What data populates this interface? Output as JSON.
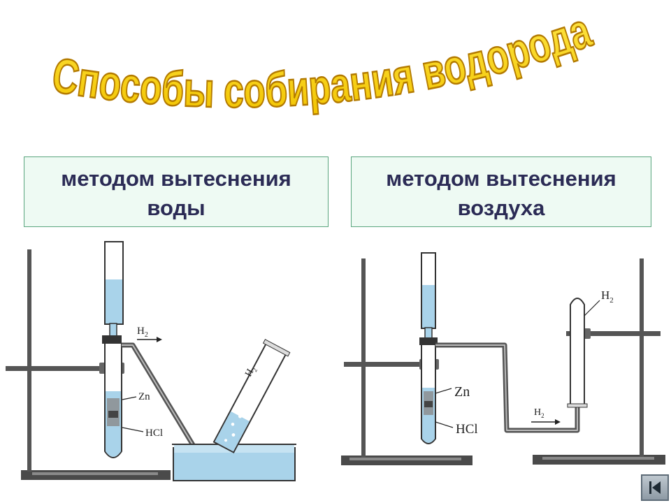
{
  "slide": {
    "title": "Способы собирания водорода",
    "methods": [
      {
        "line1": "методом вытеснения",
        "line2": "воды"
      },
      {
        "line1": "методом вытеснения",
        "line2": "воздуха"
      }
    ]
  },
  "labels": {
    "left_h2_arrow": "H",
    "left_h2_sub": "2",
    "left_tube_h2": "H",
    "left_tube_h2_sub": "2",
    "left_zn": "Zn",
    "left_hcl": "HCl",
    "right_h2_top": "H",
    "right_h2_top_sub": "2",
    "right_h2_arrow": "H",
    "right_h2_arrow_sub": "2",
    "right_zn": "Zn",
    "right_hcl": "HCl"
  },
  "navigation": {
    "icon": "first-slide-icon"
  },
  "colors": {
    "title_fill": "#f6d200",
    "title_outline": "#b37a00",
    "box_background": "#eefaf3",
    "box_border": "#5aa57e",
    "water": "#a9d3ea",
    "metal": "#555555"
  }
}
